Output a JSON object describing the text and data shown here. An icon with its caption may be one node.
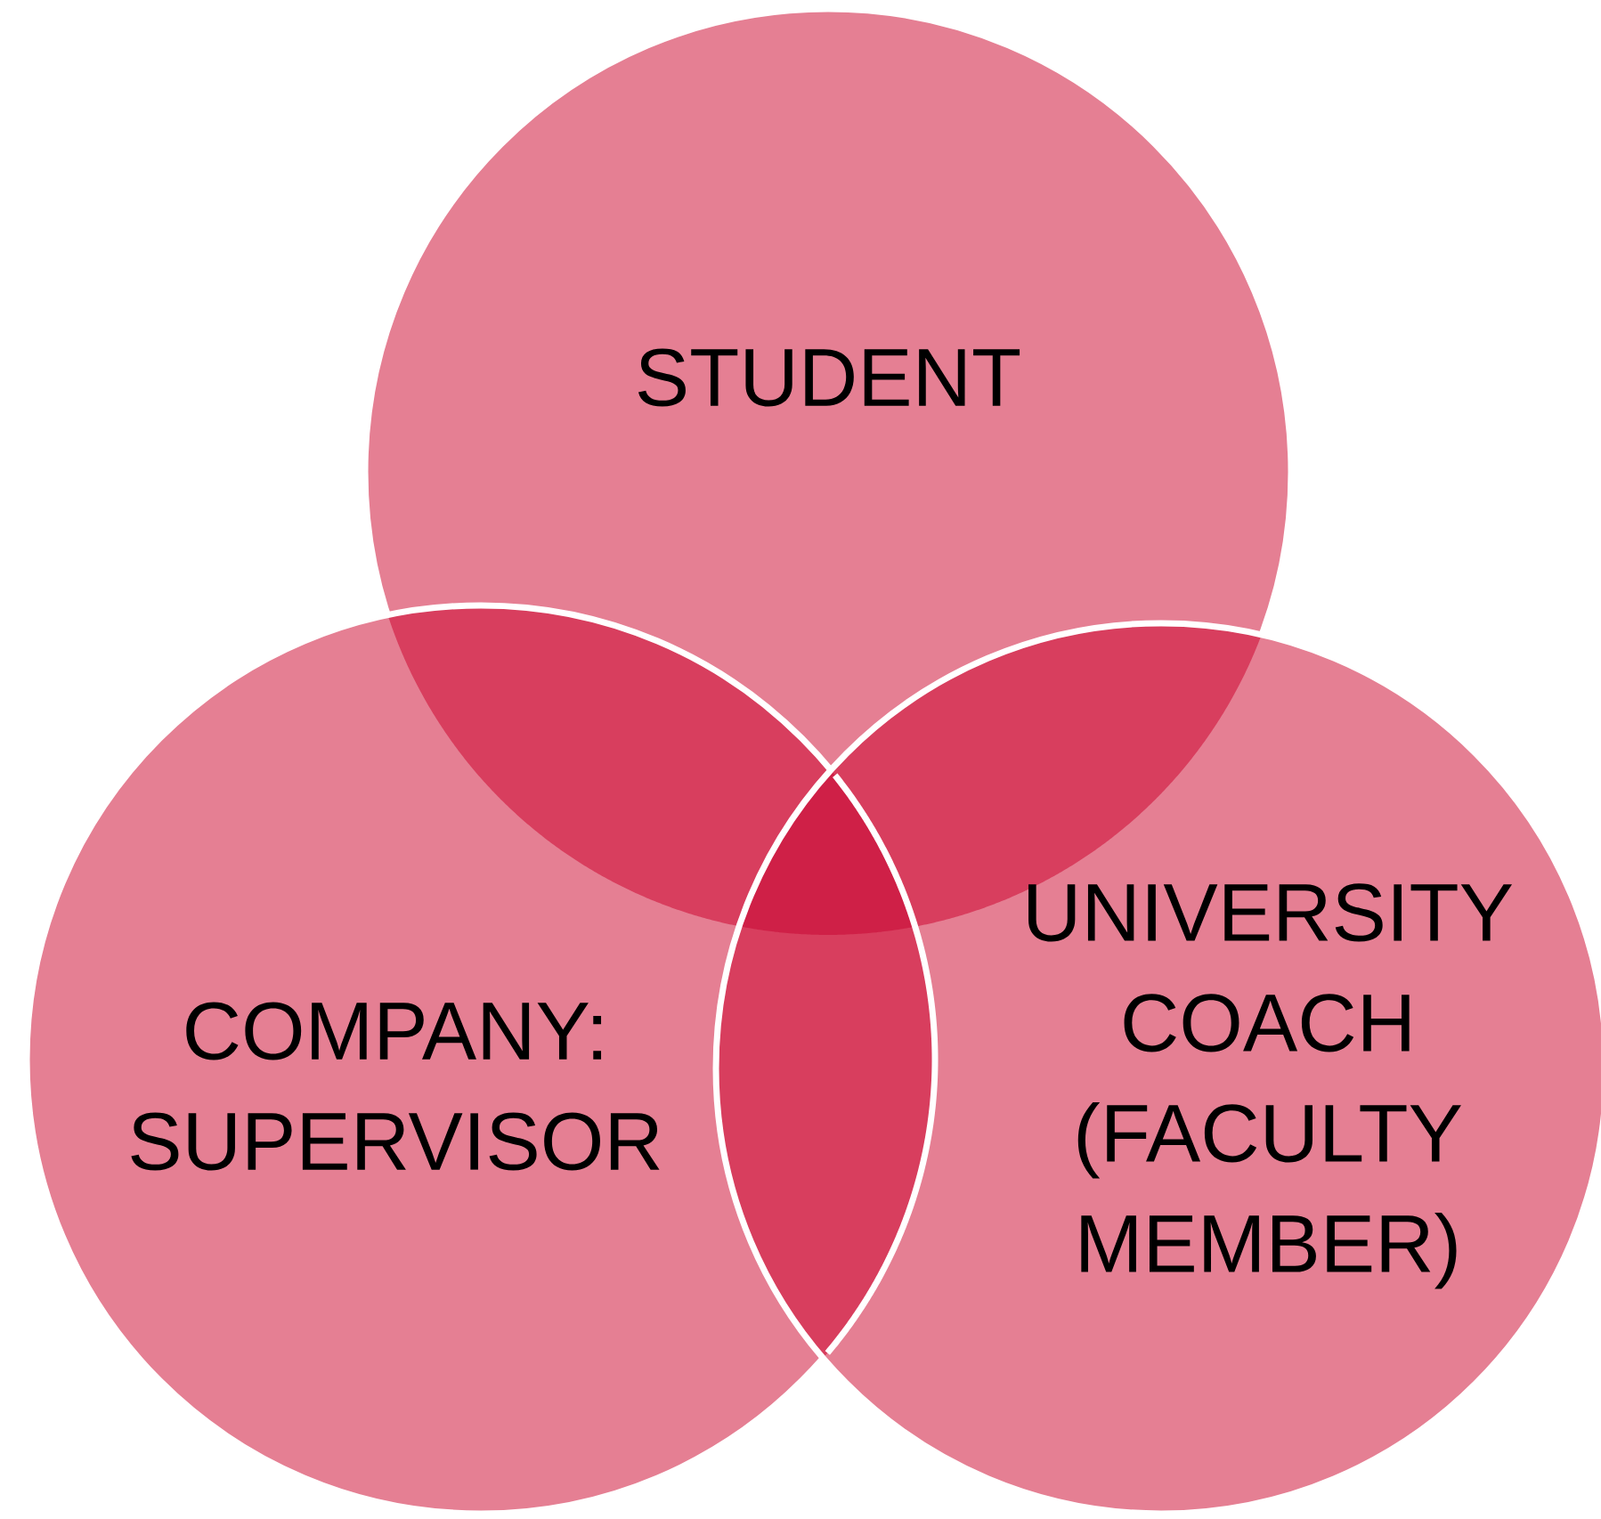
{
  "diagram": {
    "nodes": [
      {
        "text": [
          "STUDENT"
        ]
      },
      {
        "text": [
          "COMPANY: SUPERVISOR"
        ]
      },
      {
        "text": [
          "UNIVERSITY COACH (FACULTY MEMBER)"
        ]
      }
    ]
  }
}
